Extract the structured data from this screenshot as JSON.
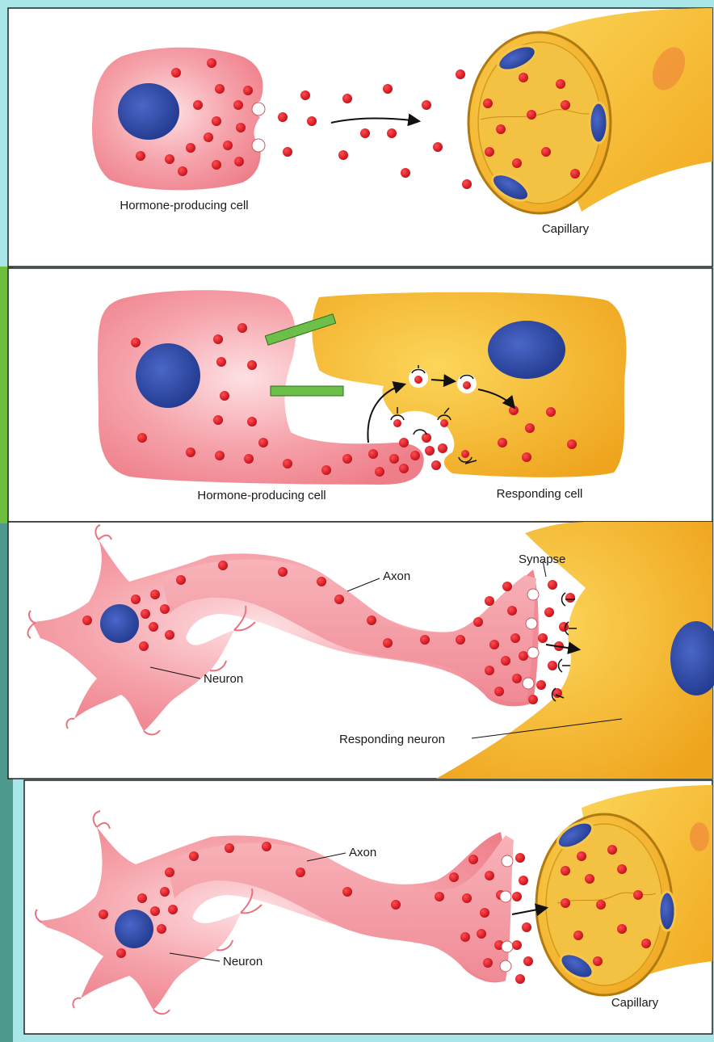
{
  "panels": [
    {
      "id": "endocrine",
      "labels": {
        "source": "Hormone-producing cell",
        "target": "Capillary"
      }
    },
    {
      "id": "paracrine",
      "labels": {
        "source": "Hormone-producing cell",
        "target": "Responding cell"
      }
    },
    {
      "id": "synaptic",
      "labels": {
        "synapse": "Synapse",
        "axon": "Axon",
        "neuron": "Neuron",
        "target": "Responding neuron"
      }
    },
    {
      "id": "neuroendocrine",
      "labels": {
        "axon": "Axon",
        "neuron": "Neuron",
        "target": "Capillary"
      }
    }
  ],
  "colors": {
    "background_frame": "#a9e6e8",
    "left_strip_green": "#6fbf3f",
    "left_strip_teal": "#4f9a8e",
    "panel_fill": "#ffffff",
    "pink_cell": "#f59aa2",
    "nucleus": "#2f4aa8",
    "molecule": "#e0121e",
    "yellow_cell": "#f5b629",
    "capillary_lumen": "#f3c243",
    "junction_green": "#6cc04a"
  }
}
